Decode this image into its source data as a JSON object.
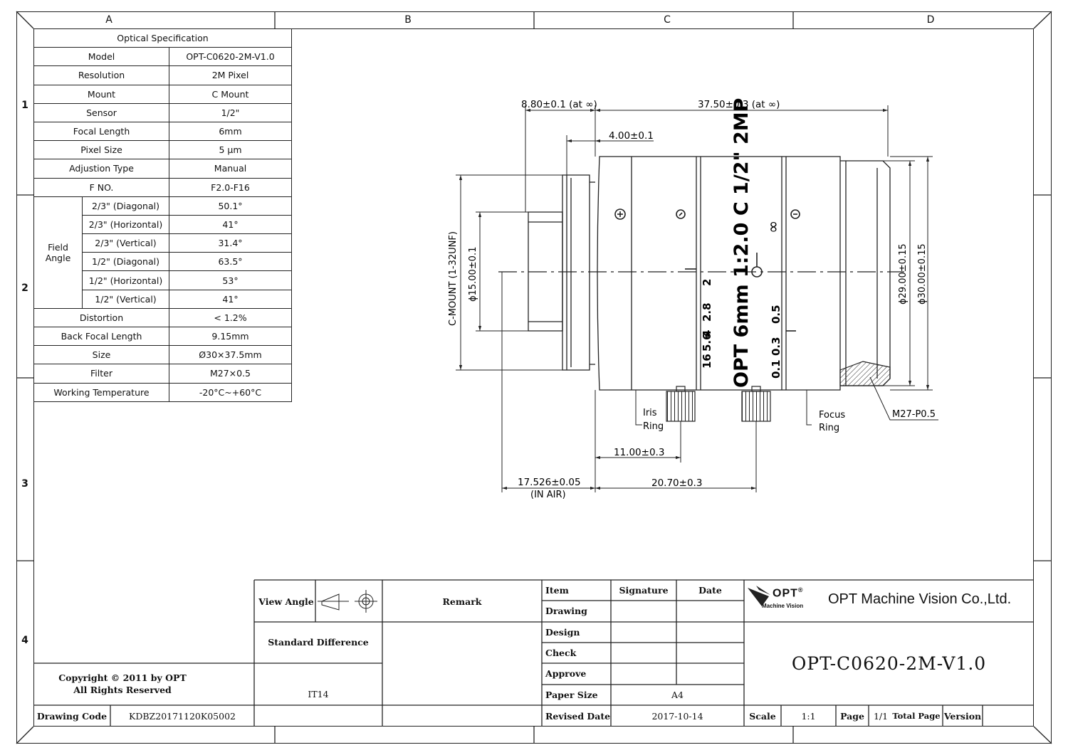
{
  "zones": {
    "columns": [
      "A",
      "B",
      "C",
      "D"
    ],
    "rows": [
      "1",
      "2",
      "3",
      "4"
    ]
  },
  "spec": {
    "title": "Optical Specification",
    "rows_top": [
      {
        "label": "Model",
        "value": "OPT-C0620-2M-V1.0"
      },
      {
        "label": "Resolution",
        "value": "2M Pixel"
      },
      {
        "label": "Mount",
        "value": "C Mount"
      },
      {
        "label": "Sensor",
        "value": "1/2\""
      },
      {
        "label": "Focal Length",
        "value": "6mm"
      },
      {
        "label": "Pixel Size",
        "value": "5 μm"
      },
      {
        "label": "Adjustion Type",
        "value": "Manual"
      },
      {
        "label": "F NO.",
        "value": "F2.0-F16"
      }
    ],
    "field_angle_label_1": "Field",
    "field_angle_label_2": "Angle",
    "field_angle": [
      {
        "label": "2/3\"  (Diagonal)",
        "value": "50.1°"
      },
      {
        "label": "2/3\"  (Horizontal)",
        "value": "41°"
      },
      {
        "label": "2/3\"  (Vertical)",
        "value": "31.4°"
      },
      {
        "label": "1/2\"  (Diagonal)",
        "value": "63.5°"
      },
      {
        "label": "1/2\"  (Horizontal)",
        "value": "53°"
      },
      {
        "label": "1/2\"  (Vertical)",
        "value": "41°"
      }
    ],
    "rows_bottom": [
      {
        "label": "Distortion",
        "value": "< 1.2%"
      },
      {
        "label": "Back Focal Length",
        "value": "9.15mm"
      },
      {
        "label": "Size",
        "value": "Ø30×37.5mm"
      },
      {
        "label": "Filter",
        "value": "M27×0.5"
      },
      {
        "label": "Working Temperature",
        "value": "-20°C~+60°C"
      }
    ]
  },
  "drawing": {
    "dims": {
      "flange": "8.80±0.1 (at ∞)",
      "body": "37.50±0.3 (at ∞)",
      "front": "4.00±0.1",
      "mount": "C-MOUNT (1-32UNF)",
      "inner_dia": "ϕ15.00±0.1",
      "dia29": "ϕ29.00±0.15",
      "dia30": "ϕ30.00±0.15",
      "iris_dist": "11.00±0.3",
      "focus_dist": "20.70±0.3",
      "back_focal": "17.526±0.05",
      "back_focal_note": "(IN AIR)",
      "thread": "M27-P0.5"
    },
    "labels": {
      "iris_1": "Iris",
      "iris_2": "Ring",
      "focus_1": "Focus",
      "focus_2": "Ring"
    },
    "engraving": {
      "lens_text": "OPT 6mm 1:2.0 C 1/2\" 2MP",
      "iris_scale": [
        "16",
        "5.6",
        "4",
        "2.8",
        "2"
      ],
      "focus_scale": [
        "0.1",
        "0.3",
        "0.5",
        "∞"
      ]
    }
  },
  "titleblock": {
    "view_angle": "View Angle",
    "remark": "Remark",
    "item": "Item",
    "signature": "Signature",
    "date": "Date",
    "drawing": "Drawing",
    "design": "Design",
    "check": "Check",
    "approve": "Approve",
    "paper_size": "Paper Size",
    "paper_size_value": "A4",
    "revised_date": "Revised Date",
    "revised_date_value": "2017-10-14",
    "standard_difference": "Standard Difference",
    "tolerance": "IT14",
    "copyright_1": "Copyright © 2011 by OPT",
    "copyright_2": "All Rights Reserved",
    "drawing_code": "Drawing Code",
    "drawing_code_value": "KDBZ20171120K05002",
    "company": "OPT Machine Vision Co.,Ltd.",
    "logo_text": "OPT",
    "logo_reg": "®",
    "logo_sub": "Machine Vision",
    "part_number": "OPT-C0620-2M-V1.0",
    "scale": "Scale",
    "scale_value": "1:1",
    "page": "Page",
    "page_value": "1/1",
    "total_page": "Total Page",
    "version": "Version"
  }
}
